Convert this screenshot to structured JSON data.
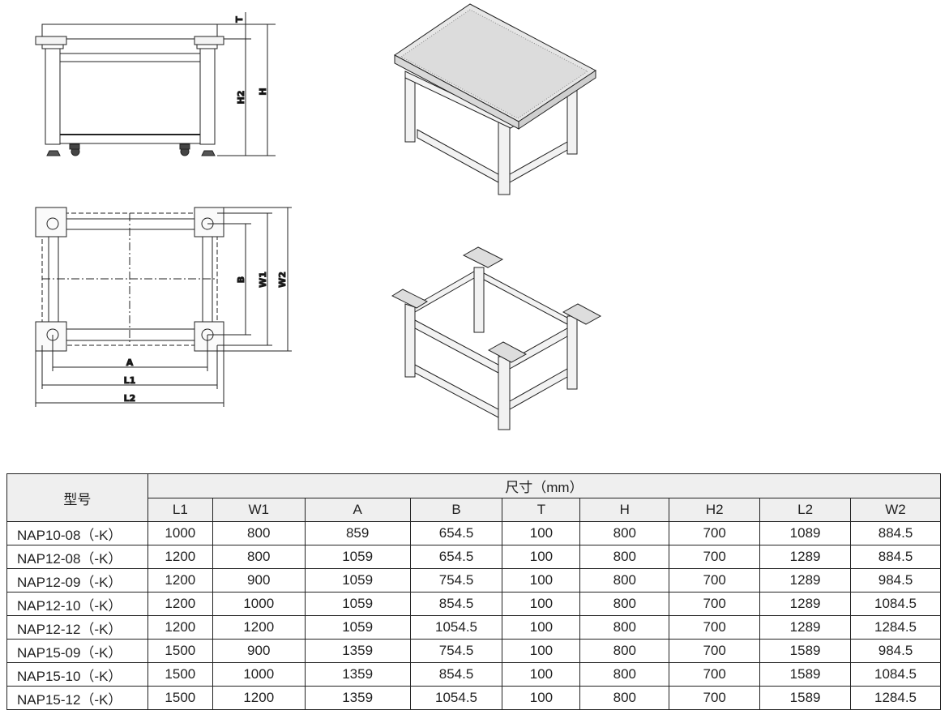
{
  "drawing_labels": {
    "front": {
      "t": "T",
      "h2": "H2",
      "h": "H"
    },
    "top": {
      "b": "B",
      "w1": "W1",
      "w2": "W2",
      "a": "A",
      "l1": "L1",
      "l2": "L2"
    }
  },
  "table": {
    "model_header": "型号",
    "dim_header": "尺寸（mm）",
    "columns": [
      "L1",
      "W1",
      "A",
      "B",
      "T",
      "H",
      "H2",
      "L2",
      "W2"
    ],
    "rows": [
      [
        "NAP10-08（-K）",
        "1000",
        "800",
        "859",
        "654.5",
        "100",
        "800",
        "700",
        "1089",
        "884.5"
      ],
      [
        "NAP12-08（-K）",
        "1200",
        "800",
        "1059",
        "654.5",
        "100",
        "800",
        "700",
        "1289",
        "884.5"
      ],
      [
        "NAP12-09（-K）",
        "1200",
        "900",
        "1059",
        "754.5",
        "100",
        "800",
        "700",
        "1289",
        "984.5"
      ],
      [
        "NAP12-10（-K）",
        "1200",
        "1000",
        "1059",
        "854.5",
        "100",
        "800",
        "700",
        "1289",
        "1084.5"
      ],
      [
        "NAP12-12（-K）",
        "1200",
        "1200",
        "1059",
        "1054.5",
        "100",
        "800",
        "700",
        "1289",
        "1284.5"
      ],
      [
        "NAP15-09（-K）",
        "1500",
        "900",
        "1359",
        "754.5",
        "100",
        "800",
        "700",
        "1589",
        "984.5"
      ],
      [
        "NAP15-10（-K）",
        "1500",
        "1000",
        "1359",
        "854.5",
        "100",
        "800",
        "700",
        "1589",
        "1084.5"
      ],
      [
        "NAP15-12（-K）",
        "1500",
        "1200",
        "1359",
        "1054.5",
        "100",
        "800",
        "700",
        "1589",
        "1284.5"
      ]
    ]
  }
}
